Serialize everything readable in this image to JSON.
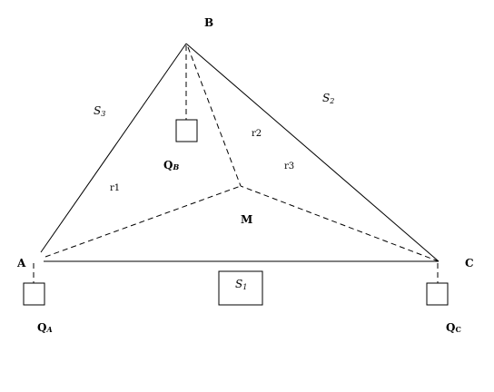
{
  "vertices": {
    "a": "A",
    "b": "B",
    "c": "C",
    "m": "M"
  },
  "sides": {
    "s1": {
      "letter": "S",
      "sub": "1"
    },
    "s2": {
      "letter": "S",
      "sub": "2"
    },
    "s3": {
      "letter": "S",
      "sub": "3"
    }
  },
  "distances": {
    "r1": "r1",
    "r2": "r2",
    "r3": "r3"
  },
  "loads": {
    "qa": {
      "letter": "Q",
      "sub": "A"
    },
    "qb": {
      "letter": "Q",
      "sub": "B"
    },
    "qc": {
      "letter": "Q",
      "sub": "C"
    }
  }
}
